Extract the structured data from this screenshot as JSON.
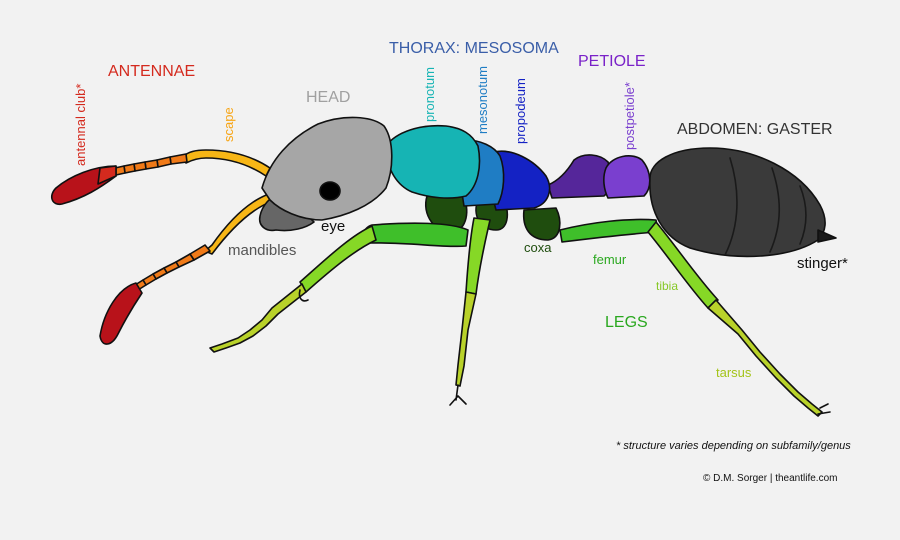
{
  "labels": {
    "antennae": "ANTENNAE",
    "antennal_club": "antennal club*",
    "scape": "scape",
    "head": "HEAD",
    "mandibles": "mandibles",
    "eye": "eye",
    "thorax": "THORAX: MESOSOMA",
    "pronotum": "pronotum",
    "mesonotum": "mesonotum",
    "propodeum": "propodeum",
    "petiole": "PETIOLE",
    "postpetiole": "postpetiole*",
    "abdomen": "ABDOMEN: GASTER",
    "stinger": "stinger*",
    "coxa": "coxa",
    "femur": "femur",
    "tibia": "tibia",
    "legs": "LEGS",
    "tarsus": "tarsus"
  },
  "footnote": "* structure varies depending on subfamily/genus",
  "credit": "© D.M. Sorger | theantlife.com",
  "colors": {
    "background": "#f2f2f2",
    "antennae": "#d42a1e",
    "antennal_club": "#b8121a",
    "funicle": "#f07a18",
    "scape": "#f7b616",
    "head": "#a6a6a6",
    "mandibles": "#666666",
    "pronotum": "#16b4b4",
    "mesonotum": "#1f7dc4",
    "propodeum": "#1422c4",
    "petiole": "#55269a",
    "postpetiole": "#7a3fcf",
    "gaster": "#3a3a3a",
    "coxa": "#1f4d0e",
    "femur": "#3fbf2a",
    "tibia": "#86d826",
    "tarsus": "#b9d22a",
    "legs_label": "#2aa81f",
    "thorax_label": "#3a5ea8"
  }
}
